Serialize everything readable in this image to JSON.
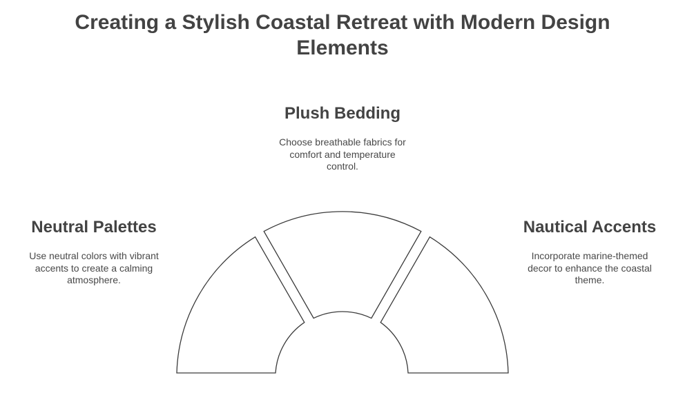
{
  "title": "Creating a Stylish Coastal Retreat with Modern Design Elements",
  "sections": {
    "top": {
      "title": "Plush Bedding",
      "description": "Choose breathable fabrics for comfort and temperature control."
    },
    "left": {
      "title": "Neutral Palettes",
      "description": "Use neutral colors with vibrant accents to create a calming atmosphere."
    },
    "right": {
      "title": "Nautical Accents",
      "description": "Incorporate marine-themed decor to enhance the coastal theme."
    }
  }
}
